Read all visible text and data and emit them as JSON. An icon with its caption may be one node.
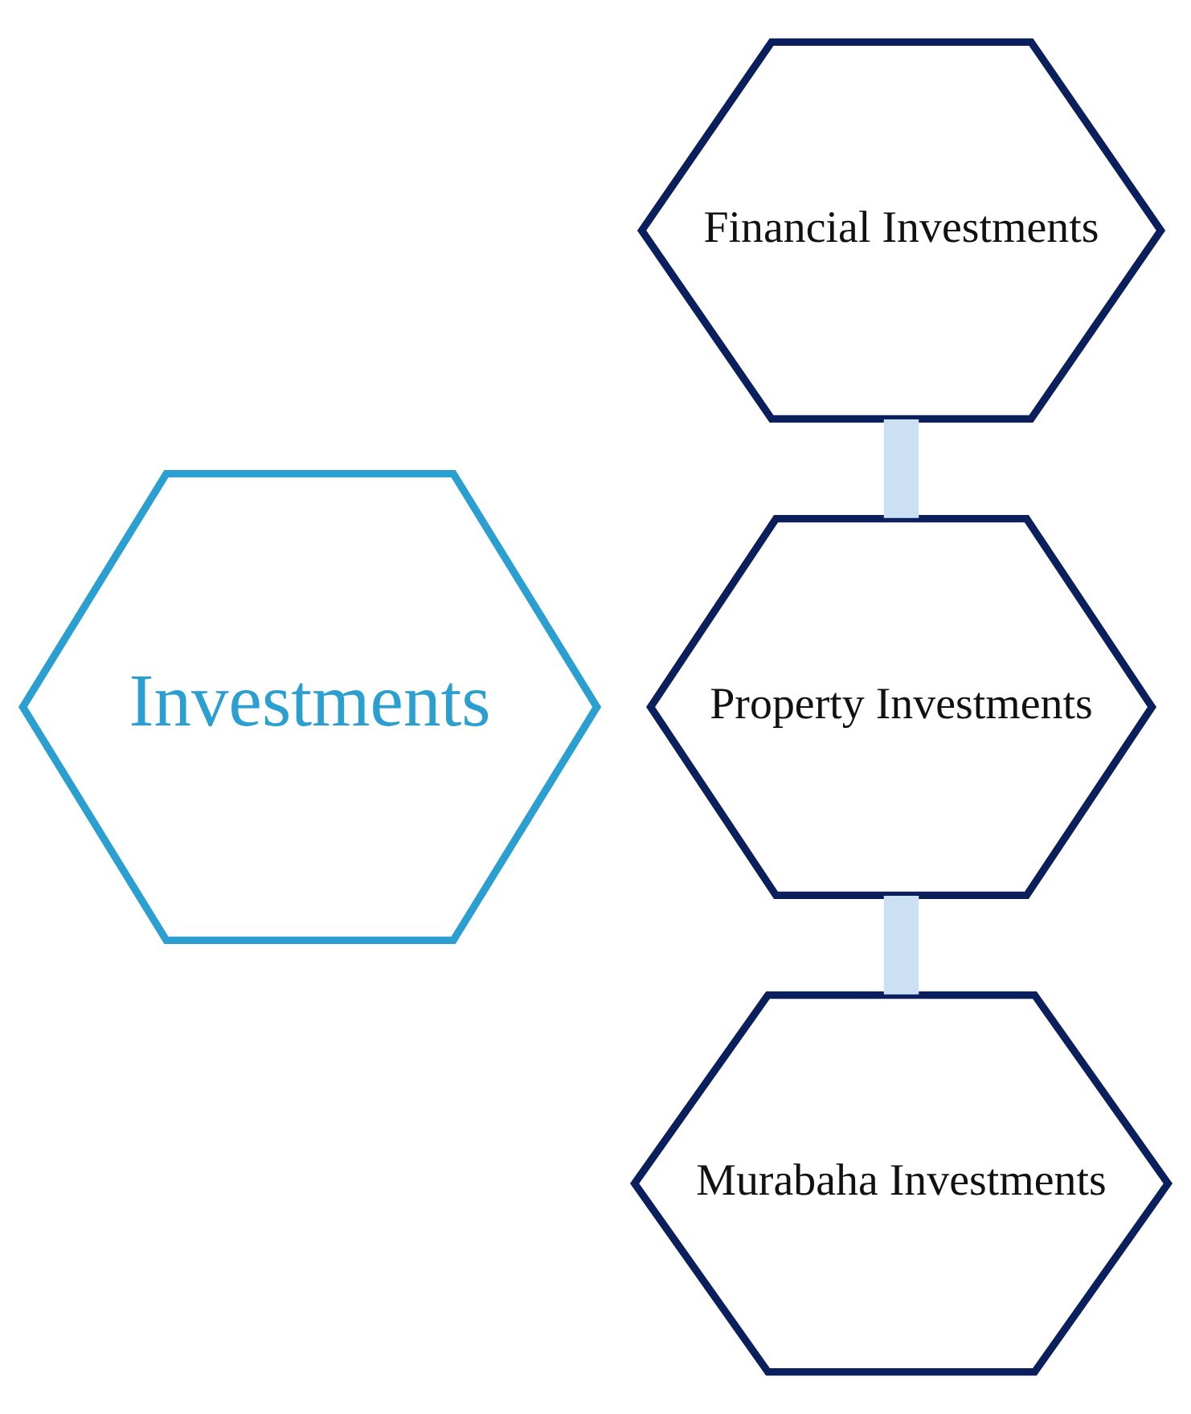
{
  "diagram": {
    "nodes": [
      {
        "text": [
          "Investments"
        ]
      },
      {
        "text": [
          "Financial Investments"
        ]
      },
      {
        "text": [
          "Property Investments"
        ]
      },
      {
        "text": [
          "Murabaha Investments"
        ]
      }
    ],
    "edges": [
      {
        "from": 1,
        "to": 2,
        "arrow": "none"
      },
      {
        "from": 2,
        "to": 3,
        "arrow": "none"
      }
    ]
  }
}
